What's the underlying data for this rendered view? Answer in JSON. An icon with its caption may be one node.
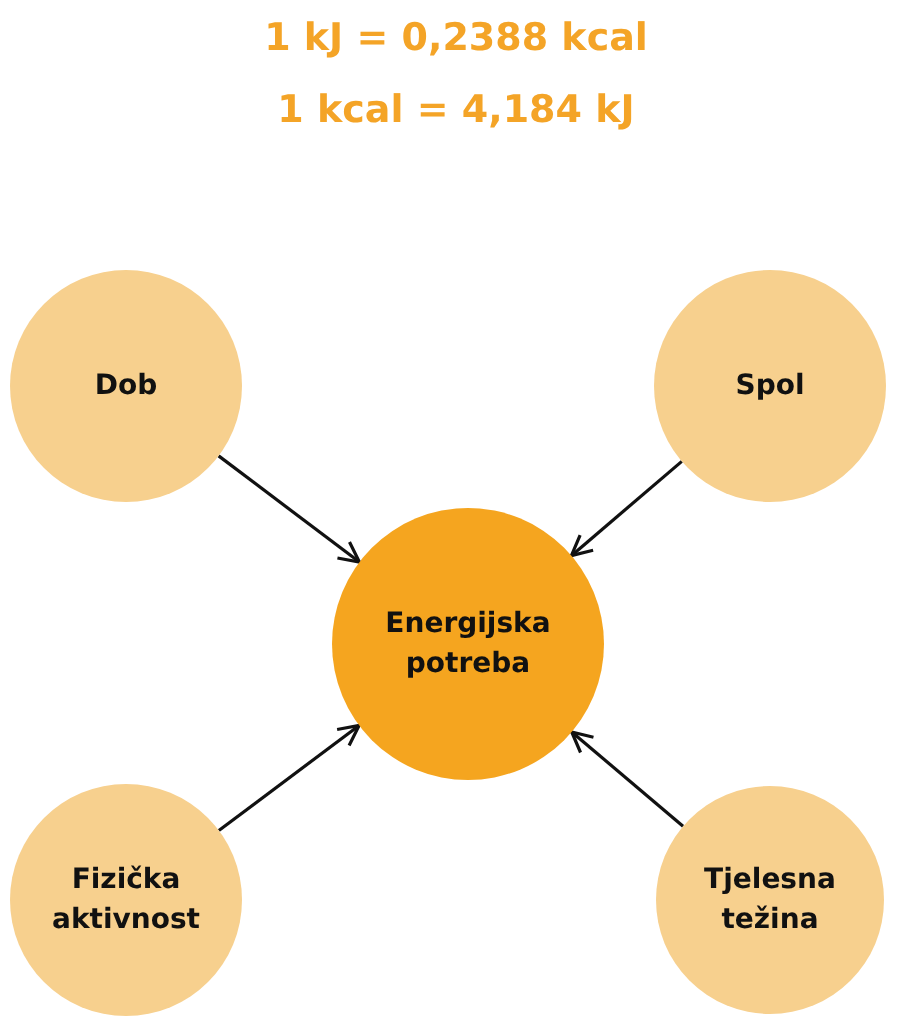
{
  "diagram": {
    "nodes": [
      {
        "text": [
          "Dob"
        ]
      },
      {
        "text": [
          "Spol"
        ]
      },
      {
        "text": [
          "Energijska potreba"
        ]
      },
      {
        "text": [
          "Fizička aktivnost"
        ]
      },
      {
        "text": [
          "Tjelesna težina"
        ]
      }
    ],
    "edges": [
      {
        "from": 0,
        "to": 2,
        "arrow": "to"
      },
      {
        "from": 1,
        "to": 2,
        "arrow": "to"
      },
      {
        "from": 3,
        "to": 2,
        "arrow": "to"
      },
      {
        "from": 4,
        "to": 2,
        "arrow": "to"
      }
    ],
    "labels": [
      "1 kJ = 0,2388 kcal",
      "1 kcal = 4,184 kJ"
    ]
  }
}
